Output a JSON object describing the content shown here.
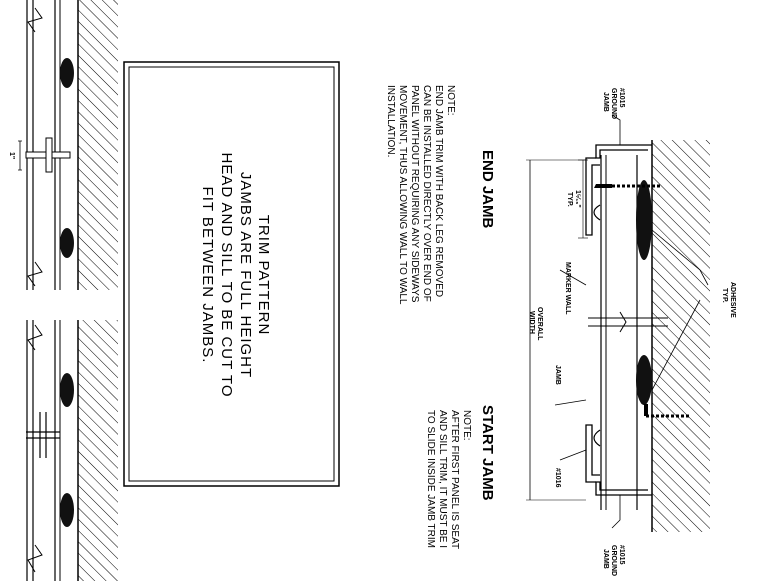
{
  "box_text": {
    "line1": "TRIM PATTERN",
    "line2": "JAMBS ARE FULL HEIGHT",
    "line3": "HEAD AND SILL TO BE CUT TO",
    "line4": "FIT BETWEEN JAMBS."
  },
  "note_end": {
    "title": "NOTE:",
    "line1": "END JAMB TRIM WITH BACK LEG REMOVED",
    "line2": "CAN BE INSTALLED DIRECTLY OVER END OF",
    "line3": "PANEL WITHOUT REQUIRING ANY SIDEWAYS",
    "line4": "MOVEMENT, THUS ALLOWING WALL TO WALL",
    "line5": "INSTALLATION."
  },
  "note_start": {
    "title": "NOTE:",
    "line1": "AFTER FIRST PANEL IS SEAT",
    "line2": "AND SILL TRIM, IT MUST BE I",
    "line3": "TO SLIDE INSIDE JAMB TRIM"
  },
  "headings": {
    "end_jamb": "END JAMB",
    "start_jamb": "START JAMB"
  },
  "labels": {
    "ground_top_1": "#1015",
    "ground_top_2": "GROUND",
    "ground_top_3": "JAMB",
    "ground_bot_1": "#1015",
    "ground_bot_2": "GROUND",
    "ground_bot_3": "JAMB",
    "dim_frac": "1⁵⁄₁₆\"",
    "dim_typ": "TYP.",
    "adhesive_1": "ADHESIVE",
    "adhesive_2": "TYP.",
    "marker_wall": "MARKER WALL",
    "overall_1": "OVERALL",
    "overall_2": "WIDTH",
    "jamb": "JAMB",
    "part_1016": "#1016",
    "one_inch": "1\""
  }
}
